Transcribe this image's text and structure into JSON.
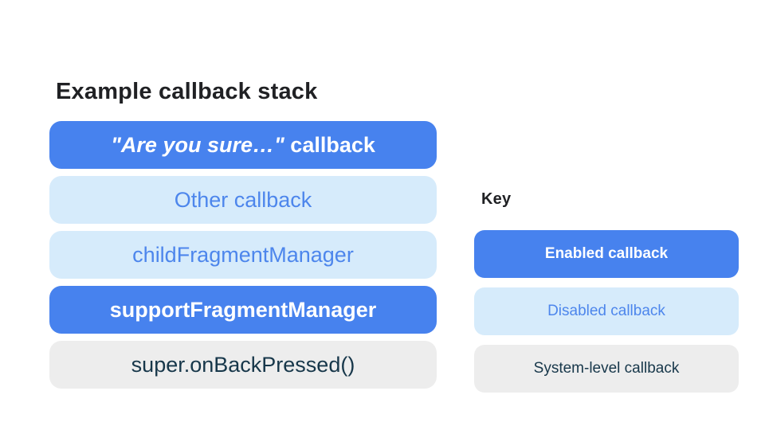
{
  "palette": {
    "enabled_bg": "#4782EE",
    "enabled_text": "#FFFFFF",
    "disabled_bg": "#D6EBFB",
    "disabled_text": "#4D86EC",
    "system_bg": "#EDEDED",
    "system_text": "#17374A",
    "heading_text": "#202124"
  },
  "stack_section": {
    "title": "Example callback stack",
    "boxes": [
      {
        "label_italic": "\"Are you sure…\"",
        "label_rest": " callback",
        "type": "enabled"
      },
      {
        "label": "Other callback",
        "type": "disabled"
      },
      {
        "label": "childFragmentManager",
        "type": "disabled"
      },
      {
        "label": "supportFragmentManager",
        "type": "enabled"
      },
      {
        "label": "super.onBackPressed()",
        "type": "system"
      }
    ]
  },
  "key_section": {
    "title": "Key",
    "items": [
      {
        "label": "Enabled callback",
        "type": "enabled"
      },
      {
        "label": "Disabled callback",
        "type": "disabled"
      },
      {
        "label": "System-level callback",
        "type": "system"
      }
    ]
  }
}
